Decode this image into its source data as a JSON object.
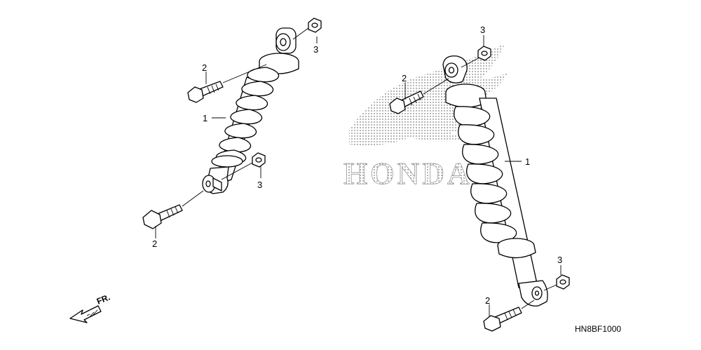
{
  "diagram": {
    "logo_text": "HONDA",
    "code": "HN8BF1000",
    "direction_label": "FR.",
    "callouts": {
      "left_shock": "1",
      "right_shock": "1",
      "left_upper_bolt": "2",
      "left_lower_bolt": "2",
      "right_upper_bolt": "2",
      "right_lower_bolt": "2",
      "left_upper_nut": "3",
      "left_lower_nut": "3",
      "right_upper_nut": "3",
      "right_lower_nut": "3"
    }
  }
}
